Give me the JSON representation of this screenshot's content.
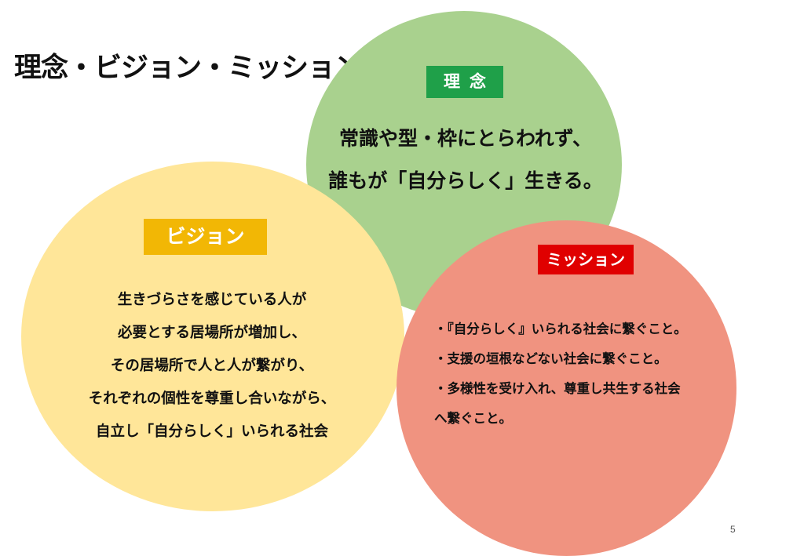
{
  "title": "理念・ビジョン・ミッション",
  "rinen": {
    "label": "理念",
    "lines": [
      "常識や型・枠にとらわれず、",
      "誰もが「自分らしく」生きる。"
    ]
  },
  "vision": {
    "label": "ビジョン",
    "lines": [
      "生きづらさを感じている人が",
      "必要とする居場所が増加し、",
      "その居場所で人と人が繋がり、",
      "それぞれの個性を尊重し合いながら、",
      "自立し「自分らしく」いられる社会"
    ]
  },
  "mission": {
    "label": "ミッション",
    "lines": [
      "・『自分らしく』いられる社会に繋ぐこと。",
      "・支援の垣根などない社会に繋ぐこと。",
      "・多様性を受け入れ、尊重し共生する社会",
      "へ繋ぐこと。"
    ]
  },
  "page_number": "5",
  "colors": {
    "rinen_circle": "#a9d18e",
    "rinen_label": "#1fa049",
    "vision_circle": "#ffe699",
    "vision_label": "#f2b705",
    "mission_circle": "#f09380",
    "mission_label": "#e00000"
  }
}
